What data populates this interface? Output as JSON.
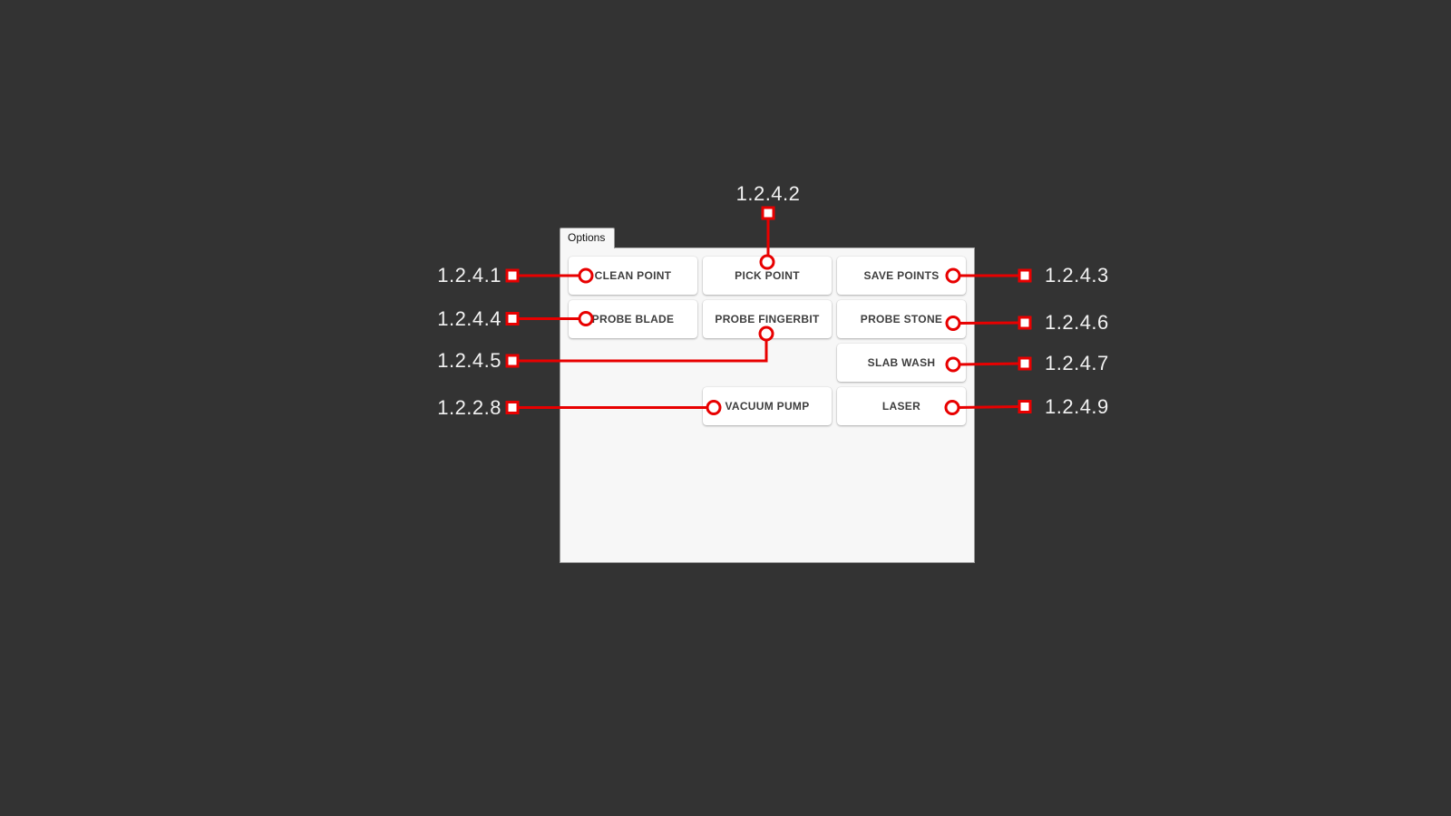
{
  "window": {
    "tab_label": "Options"
  },
  "buttons": {
    "clean_point": "CLEAN POINT",
    "pick_point": "PICK POINT",
    "save_points": "SAVE POINTS",
    "probe_blade": "PROBE BLADE",
    "probe_fingerbit": "PROBE FINGERBIT",
    "probe_stone": "PROBE STONE",
    "slab_wash": "SLAB WASH",
    "vacuum_pump": "VACUUM PUMP",
    "laser": "LASER"
  },
  "annotations": {
    "top": [
      {
        "ref": "1.2.4.2",
        "target": "pick_point"
      }
    ],
    "left": [
      {
        "ref": "1.2.4.1",
        "target": "clean_point"
      },
      {
        "ref": "1.2.4.4",
        "target": "probe_blade"
      },
      {
        "ref": "1.2.4.5",
        "target": "probe_fingerbit"
      },
      {
        "ref": "1.2.2.8",
        "target": "vacuum_pump"
      }
    ],
    "right": [
      {
        "ref": "1.2.4.3",
        "target": "save_points"
      },
      {
        "ref": "1.2.4.6",
        "target": "probe_stone"
      },
      {
        "ref": "1.2.4.7",
        "target": "slab_wash"
      },
      {
        "ref": "1.2.4.9",
        "target": "laser"
      }
    ]
  },
  "colors": {
    "background": "#333333",
    "panel": "#f7f7f7",
    "button_bg": "#ffffff",
    "button_text": "#3e3e3e",
    "annotation_red": "#e80000",
    "label_text": "#f2f2f2"
  }
}
